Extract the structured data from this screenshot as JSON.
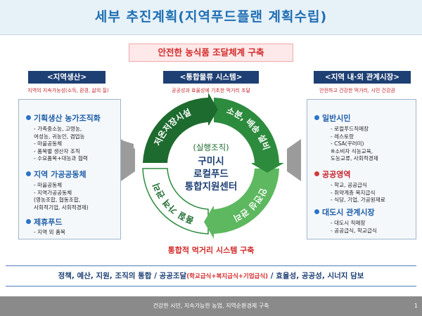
{
  "title": "세부 추진계획(지역푸드플랜 계획수립)",
  "goal": "안전한 농식품 조달체계 구축",
  "columns": {
    "left": {
      "header": "<지역생산>",
      "subtitle": "지역의 지속가능성(소득, 환경, 삶의 질)",
      "sections": [
        {
          "title": "기획생산 농가조직화",
          "items": [
            "- 가족중소농, 고령농,",
            "  여성농, 귀농인, 겸업농",
            "- 마을공동체",
            "- 품목별 생산자 조직",
            "- 수요품목+대농과 협력"
          ]
        },
        {
          "title": "지역 가공공동체",
          "items": [
            "- 마을공동체",
            "- 지역가공공동체",
            "  (영농조합, 협동조합,",
            "  사회적기업, 사회적경제)"
          ]
        },
        {
          "title": "제휴푸드",
          "items": [
            "- 지역 외 품목"
          ]
        }
      ]
    },
    "middle": {
      "header": "<통합물류 시스템>",
      "subtitle": "공공성과 효율성에 기초한 먹거리 조달"
    },
    "right": {
      "header": "<지역 내·외 관계시장>",
      "subtitle": "안전하고 건강한 먹거리, 시민 건강권",
      "sections": [
        {
          "title": "일반시민",
          "items": [
            "- 로컬푸드직매장",
            "- 레스토랑",
            "- CSA(꾸러미)",
            "※소비자 식농교육,",
            "  도농교류, 사회적경제"
          ]
        },
        {
          "title": "공공영역",
          "items": [
            "- 학교, 공공급식",
            "- 취약계층 복지급식",
            "- 식당, 기업, 가공원재료"
          ]
        },
        {
          "title": "대도시 관계시장",
          "items": [
            "- 대도시 직매장",
            "- 공공급식, 학교급식"
          ]
        }
      ]
    }
  },
  "cycle": {
    "segments": [
      "저온저장시설",
      "소분, 배송 설비",
      "안전성 관리",
      "품질 가격 관리"
    ],
    "center_line1": "(실행조직)",
    "center_line2": "구미시",
    "center_line3": "로컬푸드",
    "center_line4": "통합지원센터",
    "colors": {
      "dark": "#1d6b2e",
      "mid": "#2d8b3e",
      "light": "#5db85f",
      "white": "#ffffff"
    }
  },
  "system_label": "통합적 먹거리 시스템 구축",
  "policy": {
    "part1": "정책, 예산, 지원, 조직의 통합 / 공공조달",
    "part2": "(학교급식+복지급식+기업급식)",
    "part3": " / 효율성, 공공성, 시너지 담보"
  },
  "footer": "건강한 시민, 지속가능한 농업, 지역순환경제 구축",
  "page_number": "1"
}
